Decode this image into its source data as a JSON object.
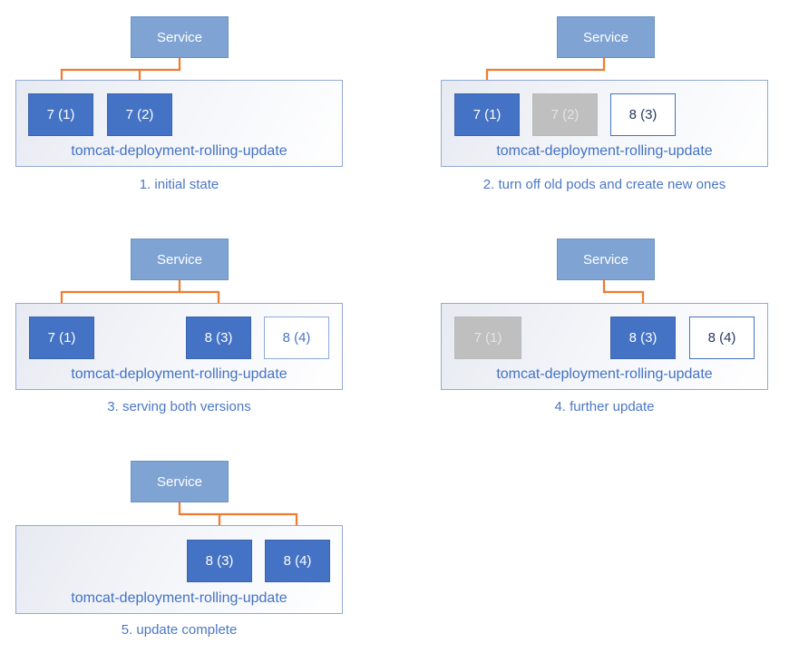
{
  "colors": {
    "service_fill": "#7FA3D3",
    "service_border": "#6C92C4",
    "pod_running_fill": "#4472C4",
    "pod_running_text": "#FFFFFF",
    "pod_terminated_fill": "#BFBFBF",
    "pod_terminated_text": "#E4E4E4",
    "pod_new_strong_border": "#4472C4",
    "pod_new_strong_text": "#26385F",
    "pod_new_light_border": "#8FAADC",
    "pod_new_light_text": "#4C74C4",
    "deployment_border": "#93A9D6",
    "deployment_label_text": "#4472C4",
    "caption_text": "#4C77C7",
    "connector_arrow": "#ED7D31"
  },
  "panels": [
    {
      "id": 1,
      "service_label": "Service",
      "deployment_label": "tomcat-deployment-rolling-update",
      "caption": "1. initial state",
      "pods": [
        {
          "label": "7 (1)",
          "state": "running"
        },
        {
          "label": "7 (2)",
          "state": "running"
        }
      ]
    },
    {
      "id": 2,
      "service_label": "Service",
      "deployment_label": "tomcat-deployment-rolling-update",
      "caption": "2. turn off old pods and create new ones",
      "pods": [
        {
          "label": "7 (1)",
          "state": "running"
        },
        {
          "label": "7 (2)",
          "state": "terminated"
        },
        {
          "label": "8 (3)",
          "state": "starting"
        }
      ]
    },
    {
      "id": 3,
      "service_label": "Service",
      "deployment_label": "tomcat-deployment-rolling-update",
      "caption": "3. serving both versions",
      "pods": [
        {
          "label": "7 (1)",
          "state": "running"
        },
        {
          "label": "8 (3)",
          "state": "running"
        },
        {
          "label": "8 (4)",
          "state": "starting"
        }
      ]
    },
    {
      "id": 4,
      "service_label": "Service",
      "deployment_label": "tomcat-deployment-rolling-update",
      "caption": "4. further update",
      "pods": [
        {
          "label": "7 (1)",
          "state": "terminated"
        },
        {
          "label": "8 (3)",
          "state": "running"
        },
        {
          "label": "8 (4)",
          "state": "starting"
        }
      ]
    },
    {
      "id": 5,
      "service_label": "Service",
      "deployment_label": "tomcat-deployment-rolling-update",
      "caption": "5. update complete",
      "pods": [
        {
          "label": "8 (3)",
          "state": "running"
        },
        {
          "label": "8 (4)",
          "state": "running"
        }
      ]
    }
  ]
}
